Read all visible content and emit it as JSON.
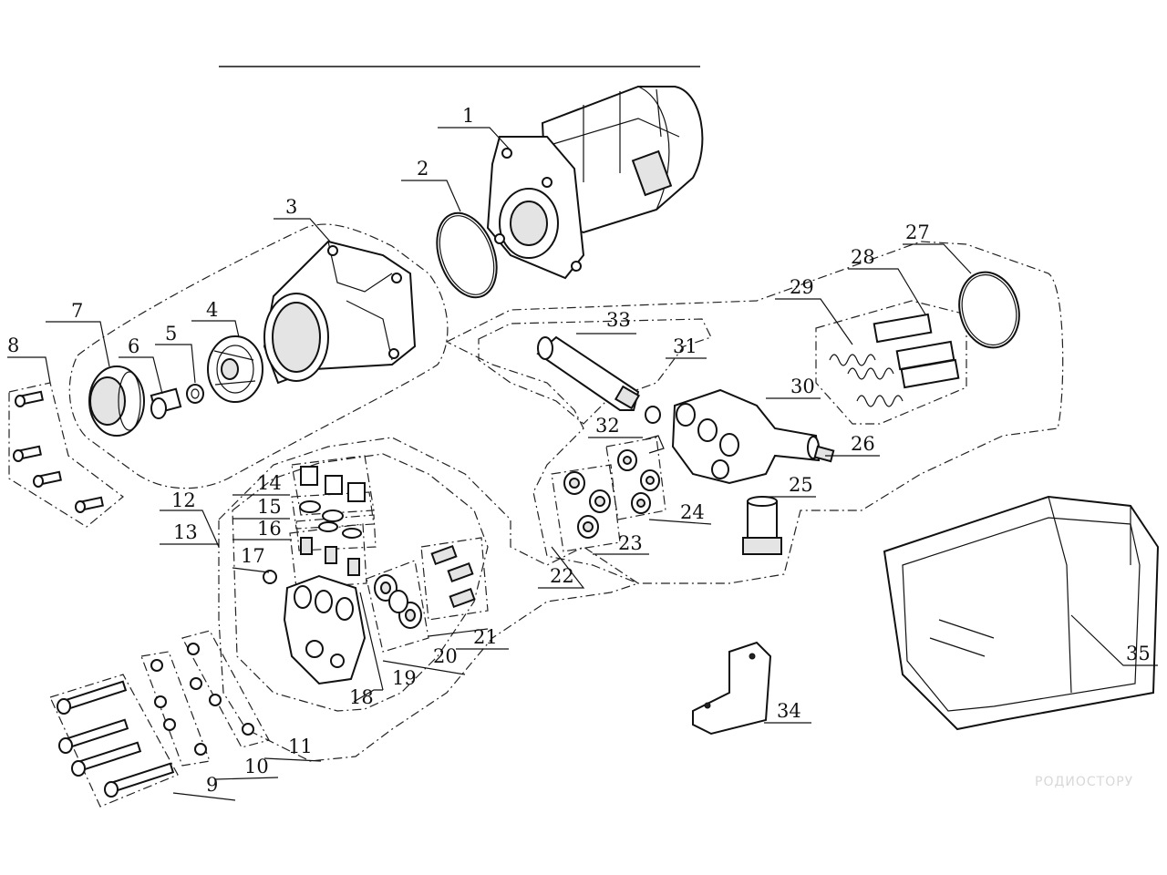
{
  "callouts": [
    {
      "id": "1",
      "text": "1"
    },
    {
      "id": "2",
      "text": "2"
    },
    {
      "id": "3",
      "text": "3"
    },
    {
      "id": "4",
      "text": "4"
    },
    {
      "id": "5",
      "text": "5"
    },
    {
      "id": "6",
      "text": "6"
    },
    {
      "id": "7",
      "text": "7"
    },
    {
      "id": "8",
      "text": "8"
    },
    {
      "id": "9",
      "text": "9"
    },
    {
      "id": "10",
      "text": "10"
    },
    {
      "id": "11",
      "text": "11"
    },
    {
      "id": "12",
      "text": "12"
    },
    {
      "id": "13",
      "text": "13"
    },
    {
      "id": "14",
      "text": "14"
    },
    {
      "id": "15",
      "text": "15"
    },
    {
      "id": "16",
      "text": "16"
    },
    {
      "id": "17",
      "text": "17"
    },
    {
      "id": "18",
      "text": "18"
    },
    {
      "id": "19",
      "text": "19"
    },
    {
      "id": "20",
      "text": "20"
    },
    {
      "id": "21",
      "text": "21"
    },
    {
      "id": "22",
      "text": "22"
    },
    {
      "id": "23",
      "text": "23"
    },
    {
      "id": "24",
      "text": "24"
    },
    {
      "id": "25",
      "text": "25"
    },
    {
      "id": "26",
      "text": "26"
    },
    {
      "id": "27",
      "text": "27"
    },
    {
      "id": "28",
      "text": "28"
    },
    {
      "id": "29",
      "text": "29"
    },
    {
      "id": "30",
      "text": "30"
    },
    {
      "id": "31",
      "text": "31"
    },
    {
      "id": "32",
      "text": "32"
    },
    {
      "id": "33",
      "text": "33"
    },
    {
      "id": "34",
      "text": "34"
    },
    {
      "id": "35",
      "text": "35"
    }
  ],
  "watermark": "РОДИОСТОРУ"
}
